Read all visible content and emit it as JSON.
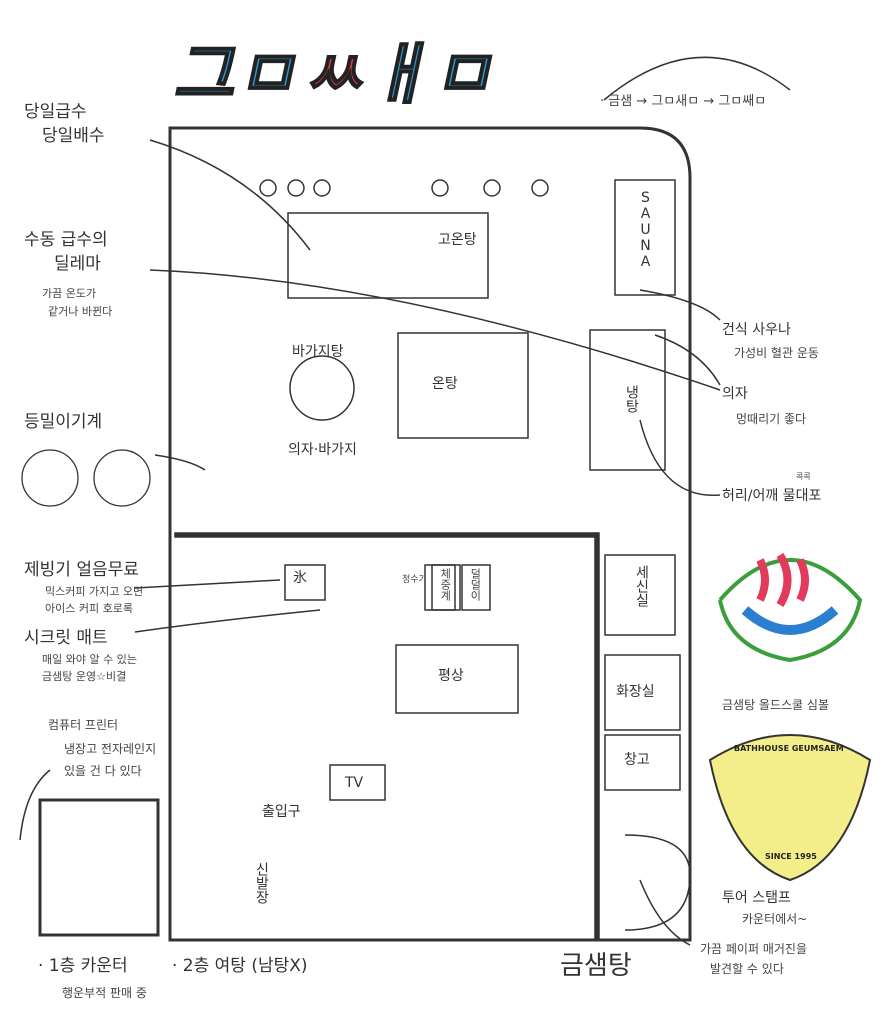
{
  "logo": {
    "text_blue_1": "그ㅁ",
    "text_red": "ㅆ",
    "text_blue_2": "ㅐㅁ",
    "colors": {
      "blue": "#2a9fd8",
      "red": "#e0413a"
    }
  },
  "name_origin": "· 금샘 → 그ㅁ새ㅁ → 그ㅁ쌔ㅁ",
  "left_notes": [
    {
      "title": "당일급수",
      "title2": "당일배수"
    },
    {
      "title": "수동 급수의",
      "title2": "딜레마",
      "sub": "가끔 온도가",
      "sub2": "같거나 바뀐다"
    },
    {
      "title": "등밀이기계"
    },
    {
      "title": "제빙기 얼음무료",
      "sub": "믹스커피 가지고 오면",
      "sub2": "아이스 커피 호로록"
    },
    {
      "title": "시크릿 매트",
      "sub": "매일 와야 알 수 있는",
      "sub2": "금샘탕 운영☆비결"
    },
    {
      "sub": "컴퓨터 프린터",
      "sub2": "냉장고 전자레인지",
      "sub3": "있을 건 다 있다"
    }
  ],
  "right_notes": [
    {
      "title": "건식 사우나",
      "sub": "가성비 혈관 운동"
    },
    {
      "title": "의자",
      "sub": "멍때리기 좋다"
    },
    {
      "title": "허리/어깨 물대포",
      "annot": "콕콕"
    },
    {
      "title": "금샘탕 올드스쿨 심볼"
    },
    {
      "title": "투어 스탬프",
      "sub": "카운터에서~"
    },
    {
      "title": "가끔 페이퍼 매거진을",
      "title2": "발견할 수 있다"
    }
  ],
  "rooms": {
    "hot_bath": "고온탕",
    "warm_bath": "온탕",
    "sauna": "SAUNA",
    "cold_bath": "냉탕",
    "bowl_area": "바가지탕",
    "chair_bowl": "의자·바가지",
    "ice": "氷",
    "water_purifier": "정수기",
    "scale": "체중계",
    "vibrator": "덜덜이",
    "wash_room": "세신실",
    "platform": "평상",
    "powder_room": "화장실",
    "storage": "창고",
    "tv": "TV",
    "entrance": "출입구",
    "shoe_rack": "신발장"
  },
  "emblem": {
    "top_text": "BATHHOUSE GEUMSAEM",
    "bottom_text": "SINCE 1995",
    "color": "#f3ee8a"
  },
  "floors": {
    "first": "· 1층 카운터",
    "first_sub": "행운부적 판매 중",
    "second": "· 2층 여탕 (남탕X)"
  },
  "signature": "금샘탕"
}
